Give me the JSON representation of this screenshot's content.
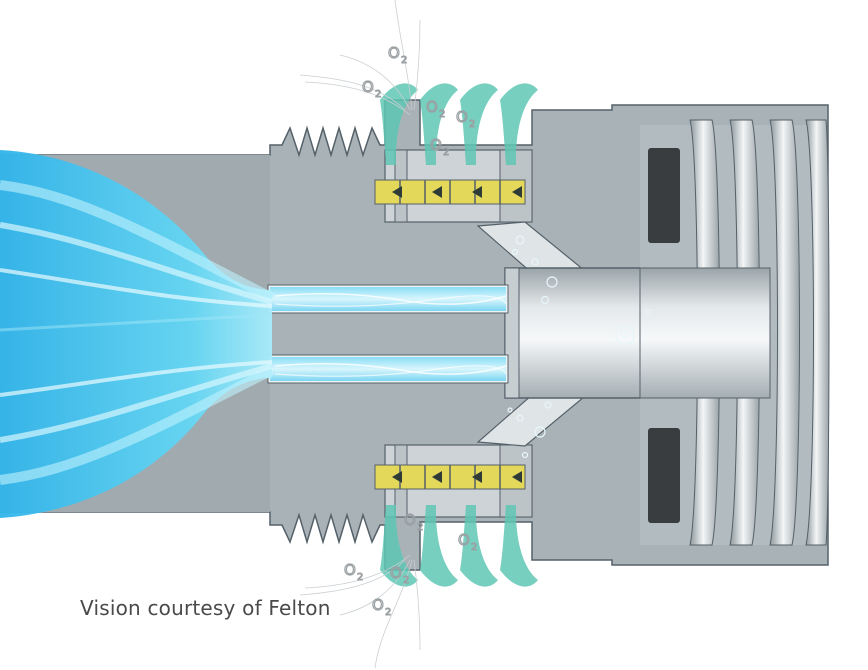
{
  "caption": "Vision courtesy of Felton",
  "oxygen_label": {
    "main": "O",
    "sub": "2"
  },
  "colors": {
    "body": "#a9b2b6",
    "body_dark": "#8f999e",
    "outline": "#55616a",
    "water": "#35c6ec",
    "water_light": "#a8ecfb",
    "air_swirl": "#5fc7b4",
    "filter_screen": "#e4d85a",
    "gasket": "#3a3d40",
    "chamber": "#cdd3d6"
  }
}
